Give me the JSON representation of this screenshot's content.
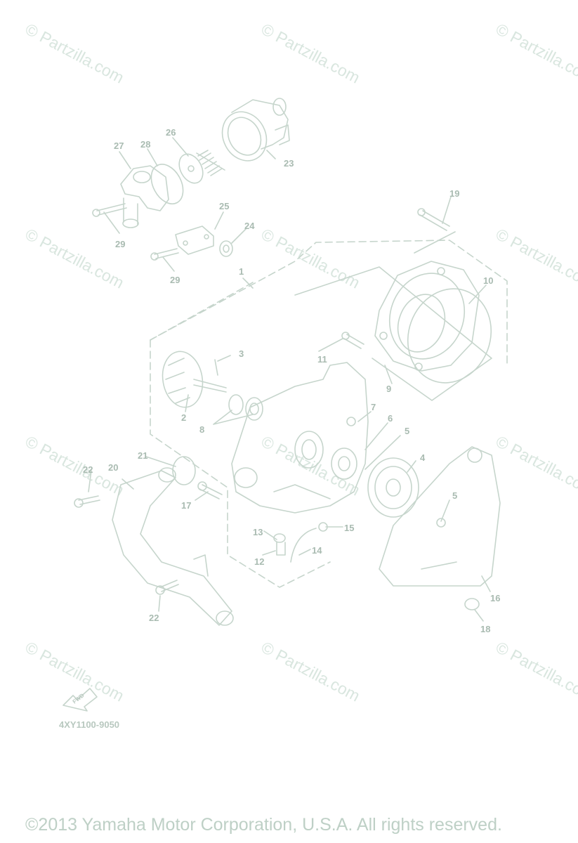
{
  "watermark": "© Partzilla.com",
  "colors": {
    "line": "#c6d5cc",
    "label": "#a9bbb1",
    "watermark": "#d9e6df"
  },
  "diagram_code": "4XY1100-9050",
  "fwd_label": "FWD",
  "copyright": "©2013  Yamaha Motor Corporation, U.S.A. All rights reserved.",
  "callouts": [
    "1",
    "2",
    "3",
    "4",
    "5",
    "5",
    "6",
    "7",
    "8",
    "9",
    "10",
    "11",
    "12",
    "13",
    "14",
    "15",
    "16",
    "17",
    "18",
    "19",
    "20",
    "21",
    "22",
    "22",
    "23",
    "24",
    "25",
    "26",
    "27",
    "28",
    "29",
    "29"
  ]
}
